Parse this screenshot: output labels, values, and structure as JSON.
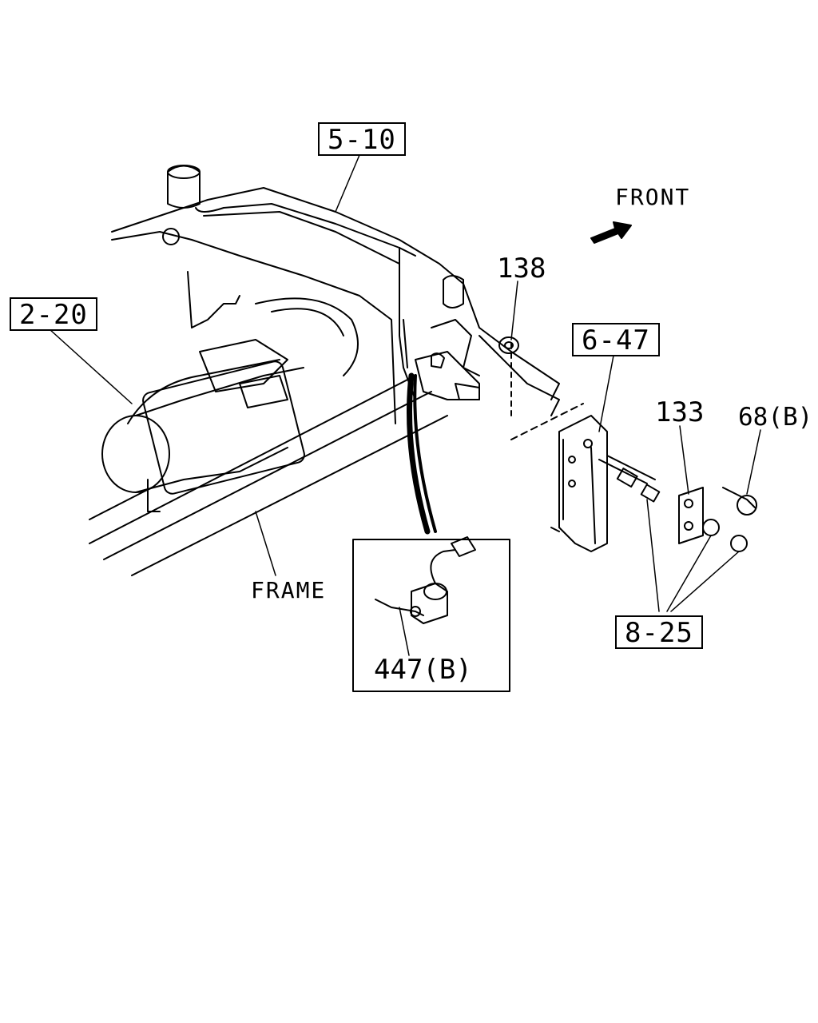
{
  "diagram": {
    "callouts": {
      "ref_5_10": "5-10",
      "ref_2_20": "2-20",
      "ref_6_47": "6-47",
      "ref_8_25": "8-25",
      "part_138": "138",
      "part_133": "133",
      "part_68b": "68(B)",
      "part_447b": "447(B)"
    },
    "labels": {
      "front": "FRONT",
      "frame": "FRAME"
    },
    "icons": {
      "front_arrow": "arrow-front-icon"
    },
    "colors": {
      "line": "#000000",
      "background": "#ffffff"
    }
  }
}
